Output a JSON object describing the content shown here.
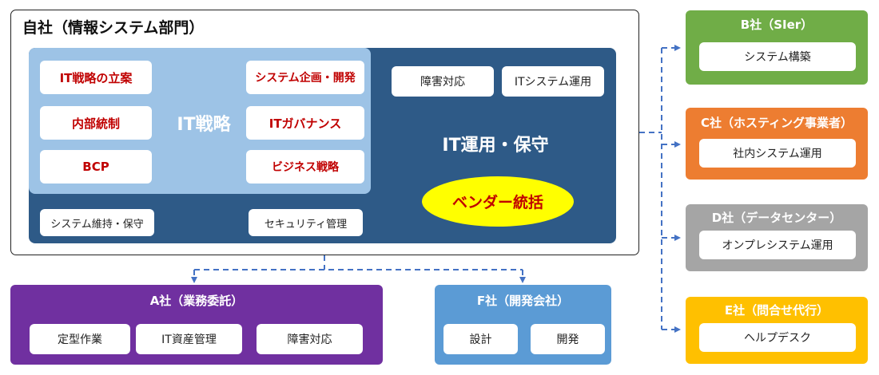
{
  "main": {
    "title": "自社（情報システム部門）",
    "strategy": {
      "label": "IT戦略",
      "items": [
        "IT戦略の立案",
        "内部統制",
        "BCP",
        "システム企画・開発",
        "ITガバナンス",
        "ビジネス戦略"
      ]
    },
    "operations": {
      "label": "IT運用・保守",
      "top_items": [
        "障害対応",
        "ITシステム運用"
      ],
      "vendor": "ベンダー統括",
      "bottom_items": [
        "システム維持・保守",
        "セキュリティ管理"
      ]
    }
  },
  "companies": {
    "b": {
      "title": "B社（SIer）",
      "items": [
        "システム構築"
      ],
      "color": "#70ad47"
    },
    "c": {
      "title": "C社（ホスティング事業者）",
      "items": [
        "社内システム運用"
      ],
      "color": "#ed7d31"
    },
    "d": {
      "title": "D社（データセンター）",
      "items": [
        "オンプレシステム運用"
      ],
      "color": "#a5a5a5"
    },
    "e": {
      "title": "E社（問合せ代行）",
      "items": [
        "ヘルプデスク"
      ],
      "color": "#ffc000"
    },
    "a": {
      "title": "A社（業務委託）",
      "items": [
        "定型作業",
        "IT資産管理",
        "障害対応"
      ],
      "color": "#7030a0"
    },
    "f": {
      "title": "F社（開発会社）",
      "items": [
        "設計",
        "開発"
      ],
      "color": "#5b9bd5"
    }
  },
  "colors": {
    "strategy_bg": "#9dc3e6",
    "operations_bg": "#2e5a87",
    "vendor_highlight": "#ffff00",
    "strategy_text": "#c00000",
    "connector": "#4472c4"
  }
}
